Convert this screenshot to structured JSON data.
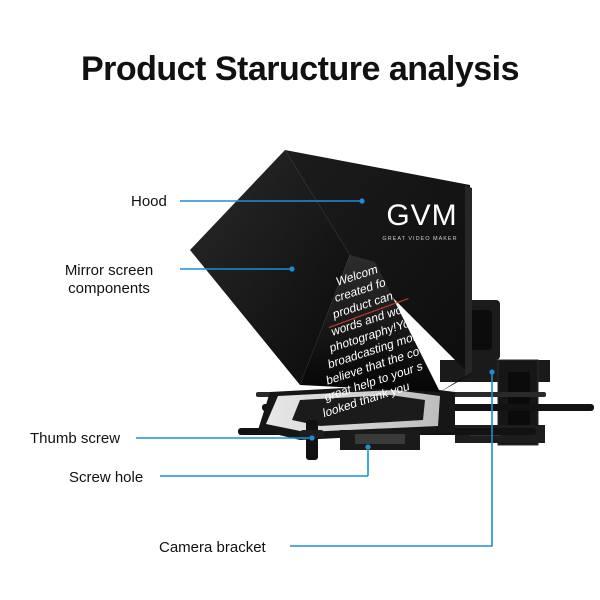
{
  "title": "Product Staructure analysis",
  "labels": {
    "hood": "Hood",
    "mirror": "Mirror screen\ncomponents",
    "thumb_screw": "Thumb screw",
    "screw_hole": "Screw hole",
    "camera_bracket": "Camera bracket"
  },
  "brand": {
    "logo": "GVM",
    "tagline": "GREAT VIDEO MAKER"
  },
  "screen_text": [
    "Welcom",
    "created fo",
    "product can",
    "words and wo",
    "photography!Yo",
    "broadcasting more",
    "believe that the co",
    "great help to your s",
    "looked thank you"
  ],
  "colors": {
    "callout": "#1a8fd6",
    "product": "#141414",
    "text": "#111111"
  }
}
